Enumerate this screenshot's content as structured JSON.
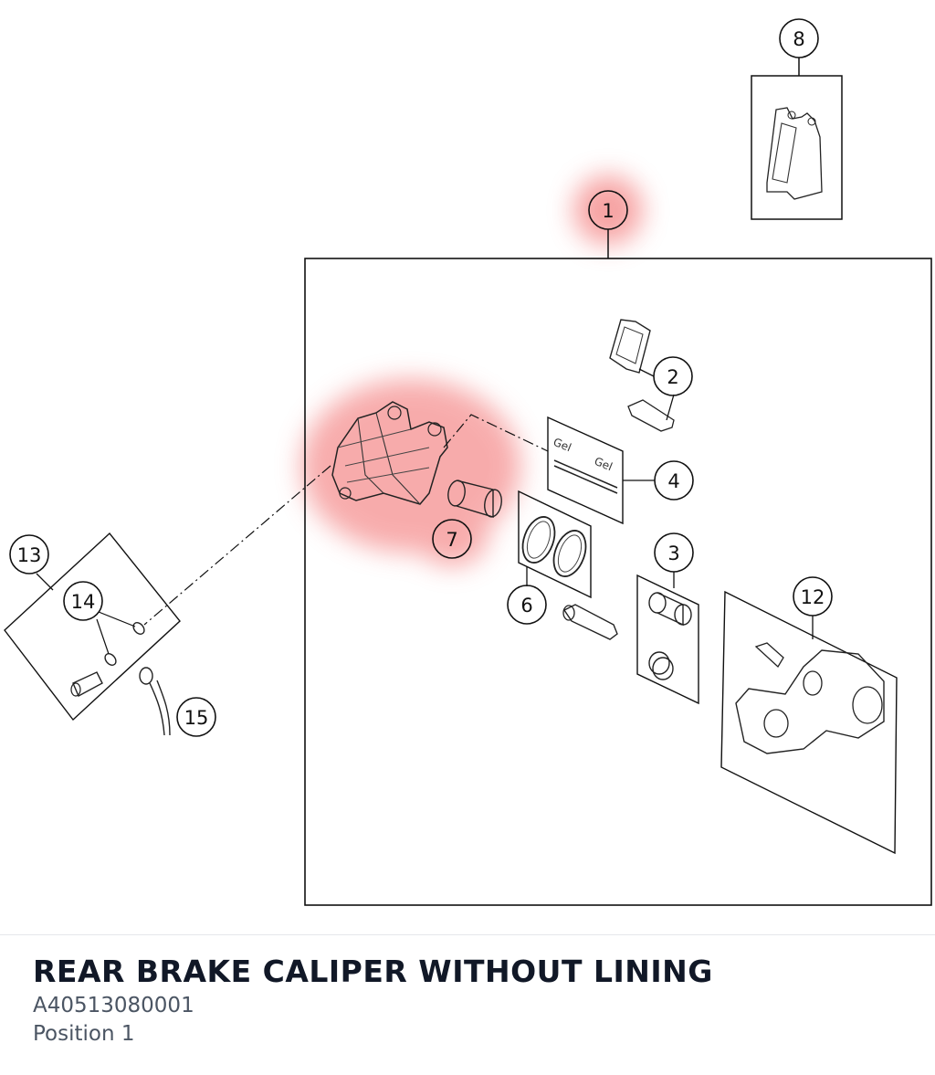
{
  "title": "REAR BRAKE CALIPER WITHOUT LINING",
  "part_number": "A40513080001",
  "position": "Position 1",
  "callouts": {
    "c1": "1",
    "c2": "2",
    "c3": "3",
    "c4": "4",
    "c6": "6",
    "c7": "7",
    "c8": "8",
    "c12": "12",
    "c13": "13",
    "c14": "14",
    "c15": "15"
  },
  "highlight_color": "#f05a5a",
  "highlighted_callouts": [
    "1",
    "7"
  ]
}
